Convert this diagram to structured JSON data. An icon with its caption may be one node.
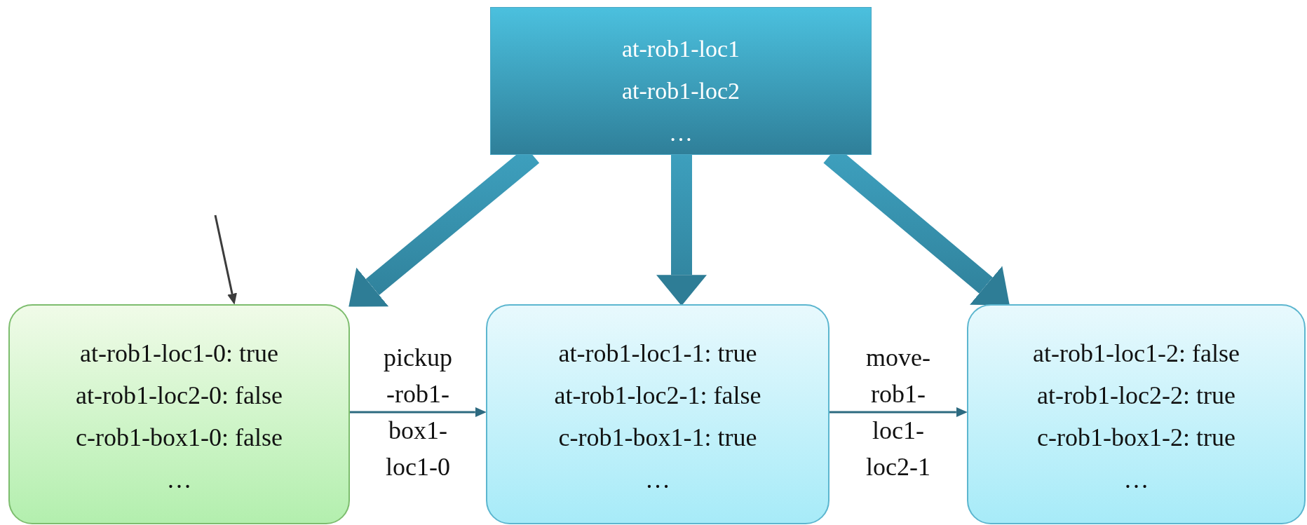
{
  "diagram": {
    "nodes": [
      {
        "text": [
          "at-rob1-loc1",
          "at-rob1-loc2",
          "…"
        ]
      },
      {
        "text": [
          "at-rob1-loc1-0: true",
          "at-rob1-loc2-0: false",
          "c-rob1-box1-0: false",
          "…"
        ]
      },
      {
        "text": [
          "at-rob1-loc1-1: true",
          "at-rob1-loc2-1: false",
          "c-rob1-box1-1: true",
          "…"
        ]
      },
      {
        "text": [
          "at-rob1-loc1-2: false",
          "at-rob1-loc2-2: true",
          "c-rob1-box1-2: true",
          "…"
        ]
      }
    ],
    "edges": [
      {
        "from": 0,
        "to": 1,
        "arrow": "to",
        "style": "thick"
      },
      {
        "from": 0,
        "to": 2,
        "arrow": "to",
        "style": "thick"
      },
      {
        "from": 0,
        "to": 3,
        "arrow": "to",
        "style": "thick"
      },
      {
        "from": 1,
        "to": 2,
        "arrow": "to",
        "label": "pickup -rob1- box1- loc1-0",
        "color": "#2d6a80"
      },
      {
        "from": 2,
        "to": 3,
        "arrow": "to",
        "label": "move- rob1- loc1- loc2-1",
        "color": "#2d6a80"
      },
      {
        "from": null,
        "to": 1,
        "arrow": "to",
        "color": "#3c3c3c"
      }
    ]
  }
}
